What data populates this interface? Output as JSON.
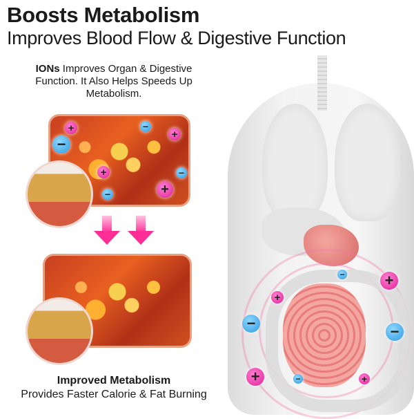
{
  "header": {
    "title": "Boosts Metabolism",
    "subtitle": "Improves Blood Flow & Digestive Function"
  },
  "intro": {
    "bold": "IONs",
    "text": " Improves Organ & Digestive Function. It Also Helps Speeds Up Metabolism."
  },
  "caption": {
    "title": "Improved Metabolism",
    "subtitle": "Provides Faster Calorie & Fat Burning"
  },
  "ions": {
    "plus_symbol": "+",
    "minus_symbol": "−"
  },
  "colors": {
    "plus_ion": "#e0209a",
    "minus_ion": "#2e9be0",
    "arrow": "#ff2d95",
    "panel_border": "#e8a080",
    "ring": "#f078aa"
  }
}
